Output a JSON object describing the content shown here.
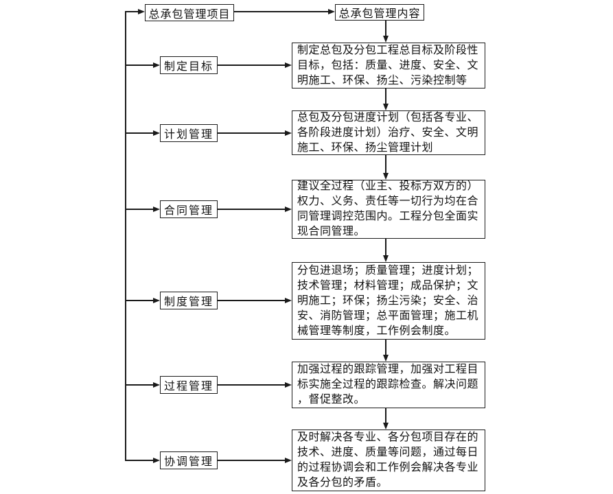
{
  "title_boxes": {
    "project": "总承包管理项目",
    "content": "总承包管理内容"
  },
  "rows": [
    {
      "label": "制定目标",
      "content": "制定总包及分包工程总目标及阶段性\n目标，包括：质量、进度、安全、文\n明施工、环保、扬尘、污染控制等"
    },
    {
      "label": "计划管理",
      "content": "总包及分包进度计划（包括各专业、\n各阶段进度计划）治疗、安全、文明\n施工、环保、扬尘管理计划"
    },
    {
      "label": "合同管理",
      "content": "建议全过程（业主、投标方双方的）\n权力、义务、责任等一切行为均在合\n同管理调控范围内。工程分包全面实\n现合同管理。"
    },
    {
      "label": "制度管理",
      "content": "分包进退场；质量管理；进度计划；\n技术管理；材料管理；成品保护；文\n明施工；环保；扬尘污染；安全、治\n安、消防管理；总平面管理；施工机\n械管理等制度，工作例会制度。"
    },
    {
      "label": "过程管理",
      "content": "加强过程的跟踪管理，加强对工程目\n标实施全过程的跟踪检查。解决问题\n，督促整改。"
    },
    {
      "label": "协调管理",
      "content": "及时解决各专业、各分包项目存在的\n技术、进度、质量等问题，通过每日\n的过程协调会和工作例会解决各专业\n及各分包的矛盾。"
    }
  ],
  "colors": {
    "line": "#1a1a1a",
    "background": "#ffffff",
    "text": "#111111"
  }
}
